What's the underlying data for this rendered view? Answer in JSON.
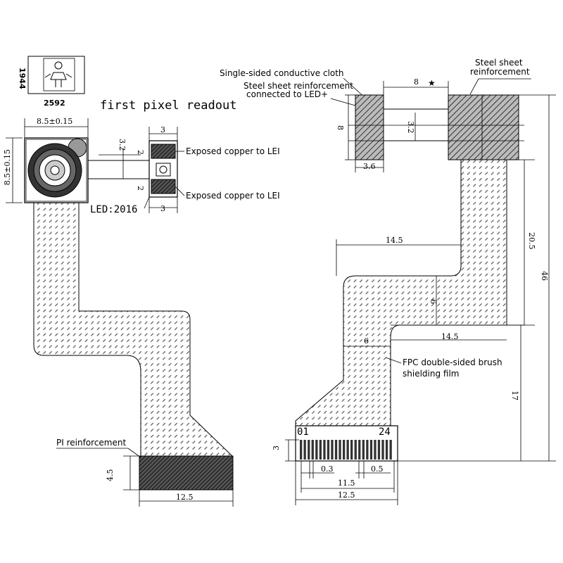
{
  "colors": {
    "ink": "#000000",
    "paper": "#ffffff",
    "fpc_fill": "#b8b8b8"
  },
  "icons": {
    "logo": "person-logo-icon",
    "star": "star-icon"
  },
  "sensor": {
    "width_px": "2592",
    "height_px": "1944",
    "readout_note": "first pixel readout"
  },
  "left": {
    "dim_width": "8.5±0.15",
    "dim_height": "8.5±0.15",
    "dim_3_top": "3",
    "dim_3_bottom": "3",
    "dim_32": "3.2",
    "dim_2_top": "2",
    "dim_2_bottom": "2",
    "led_label": "LED:2016",
    "copper_top": "Exposed copper to LEI",
    "copper_bottom": "Exposed copper to LEI",
    "pi_label": "PI reinforcement",
    "dim_45": "4.5",
    "dim_125": "12.5"
  },
  "right": {
    "conductive_cloth": "Single-sided conductive cloth",
    "steel_led_line1": "Steel sheet reinforcement",
    "steel_led_line2": "connected to LED+",
    "steel_line1": "Steel sheet",
    "steel_line2": "reinforcement",
    "dim_8_top": "8",
    "dim_8_side": "8",
    "dim_32": "3.2",
    "dim_36": "3.6",
    "dim_145_top": "14.5",
    "dim_205": "20.5",
    "dim_46": "46",
    "dim_6_a": "6",
    "dim_6_b": "6",
    "dim_145_mid": "14.5",
    "dim_17": "17",
    "shield_line1": "FPC double-sided brush",
    "shield_line2": "shielding film",
    "pin_01": "01",
    "pin_24": "24",
    "dim_3": "3",
    "dim_03": "0.3",
    "dim_05": "0.5",
    "dim_115": "11.5",
    "dim_125": "12.5"
  }
}
